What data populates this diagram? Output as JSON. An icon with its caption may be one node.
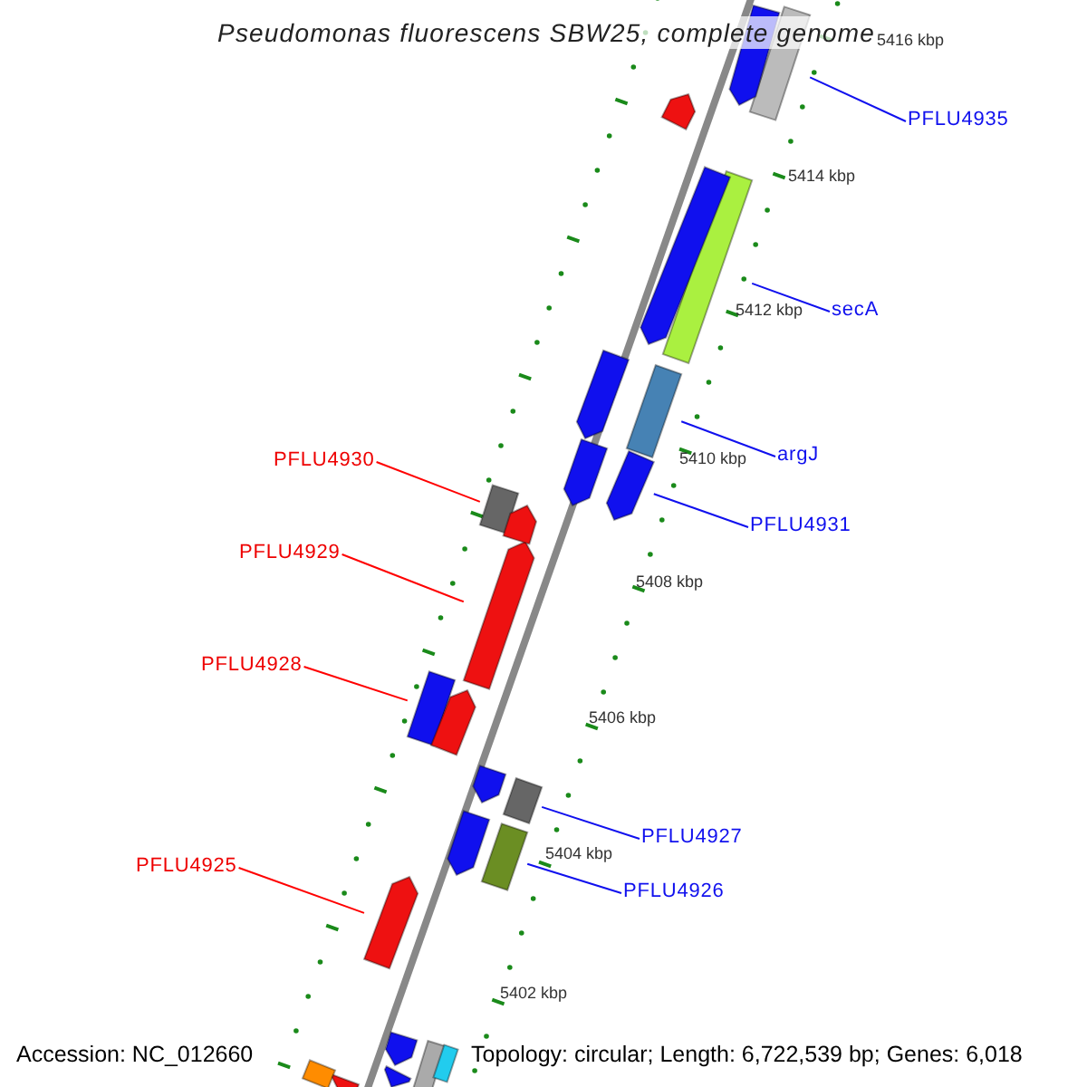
{
  "diagram": {
    "title": "Pseudomonas fluorescens SBW25, complete genome",
    "nodes": [
      {
        "text": [
          "PFLU4935"
        ]
      },
      {
        "text": [
          "secA"
        ]
      },
      {
        "text": [
          "argJ"
        ]
      },
      {
        "text": [
          "PFLU4930"
        ]
      },
      {
        "text": [
          "PFLU4931"
        ]
      },
      {
        "text": [
          "PFLU4929"
        ]
      },
      {
        "text": [
          "PFLU4928"
        ]
      },
      {
        "text": [
          "PFLU4927"
        ]
      },
      {
        "text": [
          "PFLU4925"
        ]
      },
      {
        "text": [
          "PFLU4926"
        ]
      },
      {
        "text": [],
        "shape": "box"
      },
      {
        "text": [],
        "shape": "box"
      },
      {
        "text": [],
        "shape": "box"
      },
      {
        "text": [],
        "shape": "box"
      },
      {
        "text": [],
        "shape": "pentagon"
      },
      {
        "text": [],
        "shape": "pentagon"
      },
      {
        "text": [],
        "shape": "box"
      },
      {
        "text": [],
        "shape": "box"
      },
      {
        "text": [],
        "shape": "pentagon"
      },
      {
        "text": [],
        "shape": "box"
      },
      {
        "text": [],
        "shape": "pentagon"
      },
      {
        "text": [],
        "shape": "pentagon"
      },
      {
        "text": [],
        "shape": "pentagon"
      },
      {
        "text": [],
        "shape": "pentagon"
      },
      {
        "text": [],
        "shape": "pentagon"
      },
      {
        "text": [],
        "shape": "pentagon"
      },
      {
        "text": [],
        "shape": "pentagon"
      },
      {
        "text": [],
        "shape": "pentagon"
      },
      {
        "text": [],
        "shape": "pentagon"
      },
      {
        "text": [],
        "shape": "pentagon"
      },
      {
        "text": [],
        "shape": "box"
      },
      {
        "text": [],
        "shape": "box"
      },
      {
        "text": [],
        "shape": "pentagon"
      },
      {
        "text": [],
        "shape": "box"
      },
      {
        "text": [],
        "shape": "pentagon"
      }
    ],
    "edges": [
      {
        "from": 0,
        "to": 10,
        "arrow": "none"
      },
      {
        "from": 1,
        "to": 11,
        "arrow": "none"
      },
      {
        "from": 2,
        "to": 12,
        "arrow": "none"
      },
      {
        "from": 3,
        "to": 13,
        "arrow": "none",
        "color": "#ff0000"
      },
      {
        "from": 4,
        "to": 14,
        "arrow": "none"
      },
      {
        "from": 5,
        "to": 15,
        "arrow": "none",
        "color": "#ff0000"
      },
      {
        "from": 6,
        "to": 16,
        "arrow": "none",
        "color": "#ff0000"
      },
      {
        "from": 7,
        "to": 17,
        "arrow": "none"
      },
      {
        "from": 8,
        "to": 18,
        "arrow": "none",
        "color": "#ff0000"
      },
      {
        "from": 9,
        "to": 19,
        "arrow": "none"
      }
    ],
    "labels": [
      "5416 kbp",
      "5414 kbp",
      "5412 kbp",
      "5410 kbp",
      "5408 kbp",
      "5406 kbp",
      "5404 kbp",
      "5402 kbp",
      "Accession: NC_012660",
      "Topology: circular; Length: 6,722,539 bp; Genes: 6,018"
    ]
  }
}
